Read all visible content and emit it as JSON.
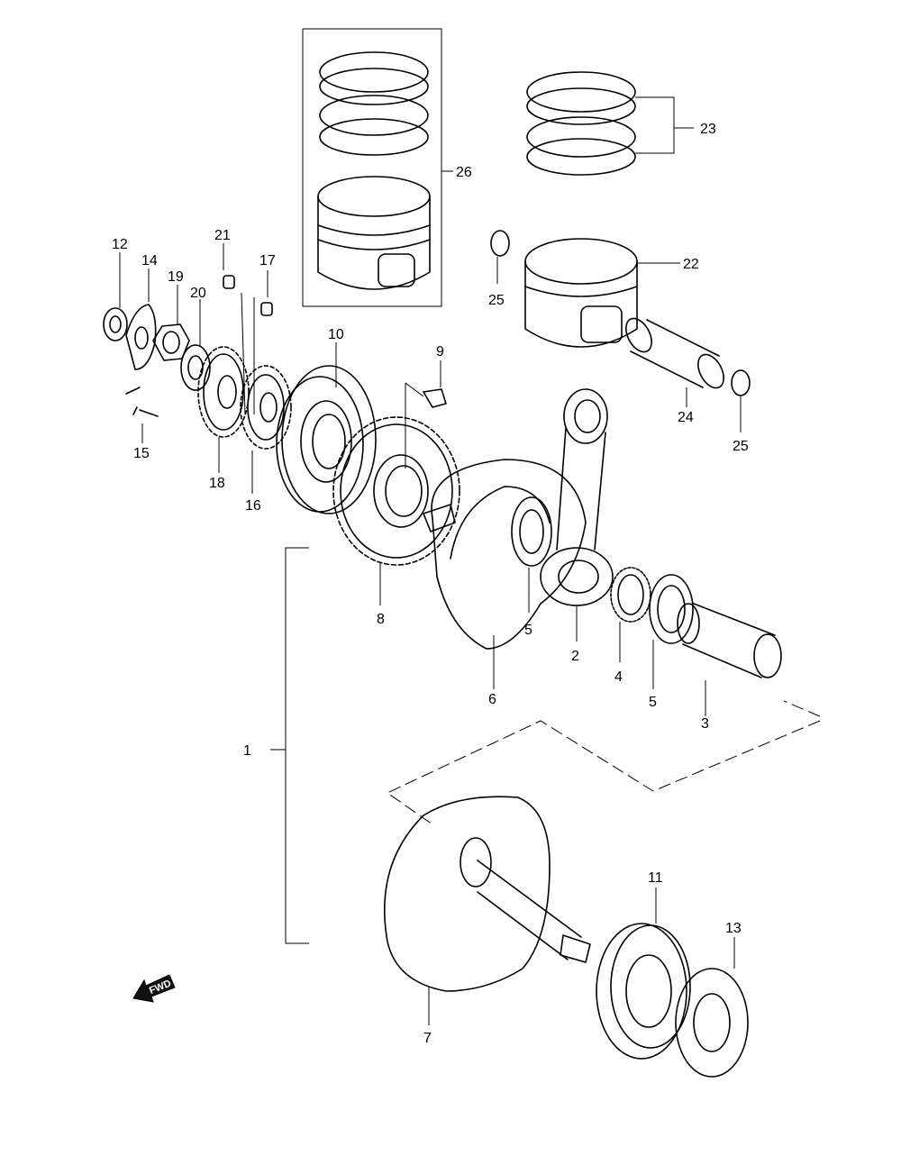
{
  "parts": [
    {
      "id": "p1",
      "label": "1"
    },
    {
      "id": "p2",
      "label": "2"
    },
    {
      "id": "p3",
      "label": "3"
    },
    {
      "id": "p4",
      "label": "4"
    },
    {
      "id": "p5a",
      "label": "5"
    },
    {
      "id": "p5b",
      "label": "5"
    },
    {
      "id": "p6",
      "label": "6"
    },
    {
      "id": "p7",
      "label": "7"
    },
    {
      "id": "p8",
      "label": "8"
    },
    {
      "id": "p9",
      "label": "9"
    },
    {
      "id": "p10",
      "label": "10"
    },
    {
      "id": "p11",
      "label": "11"
    },
    {
      "id": "p12",
      "label": "12"
    },
    {
      "id": "p13",
      "label": "13"
    },
    {
      "id": "p14",
      "label": "14"
    },
    {
      "id": "p15",
      "label": "15"
    },
    {
      "id": "p16",
      "label": "16"
    },
    {
      "id": "p17",
      "label": "17"
    },
    {
      "id": "p18",
      "label": "18"
    },
    {
      "id": "p19",
      "label": "19"
    },
    {
      "id": "p20",
      "label": "20"
    },
    {
      "id": "p21",
      "label": "21"
    },
    {
      "id": "p22",
      "label": "22"
    },
    {
      "id": "p23",
      "label": "23"
    },
    {
      "id": "p24",
      "label": "24"
    },
    {
      "id": "p25a",
      "label": "25"
    },
    {
      "id": "p25b",
      "label": "25"
    },
    {
      "id": "p26",
      "label": "26"
    }
  ],
  "direction_arrow": {
    "label": "FWD",
    "icon": "forward-arrow-icon"
  }
}
